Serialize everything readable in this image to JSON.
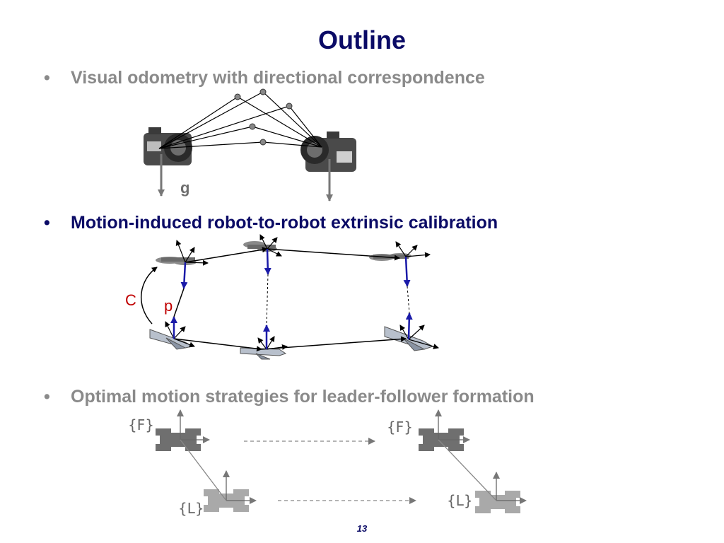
{
  "slide": {
    "title": "Outline",
    "bullet_symbol": "•",
    "bullets": [
      {
        "text": "Visual odometry with directional correspondence",
        "status": "inactive"
      },
      {
        "text": "Motion-induced robot-to-robot extrinsic calibration",
        "status": "active"
      },
      {
        "text": "Optimal motion strategies for leader-follower formation",
        "status": "inactive"
      }
    ],
    "page_number": "13"
  },
  "figure_odometry": {
    "gravity_label": "g"
  },
  "figure_calibration": {
    "rotation_label": "C",
    "translation_label": "p"
  },
  "figure_formation": {
    "follower_label_1": "{F}",
    "follower_label_2": "{F}",
    "leader_label_1": "{L}",
    "leader_label_2": "{L}"
  },
  "colors": {
    "title": "#0b0b66",
    "active_text": "#0b0b66",
    "inactive_text": "#8a8a8a",
    "label_red": "#c00000",
    "arrow_blue": "#1a1aa8",
    "robot_dark": "#6f6f6f",
    "robot_light": "#a9a9a9"
  }
}
